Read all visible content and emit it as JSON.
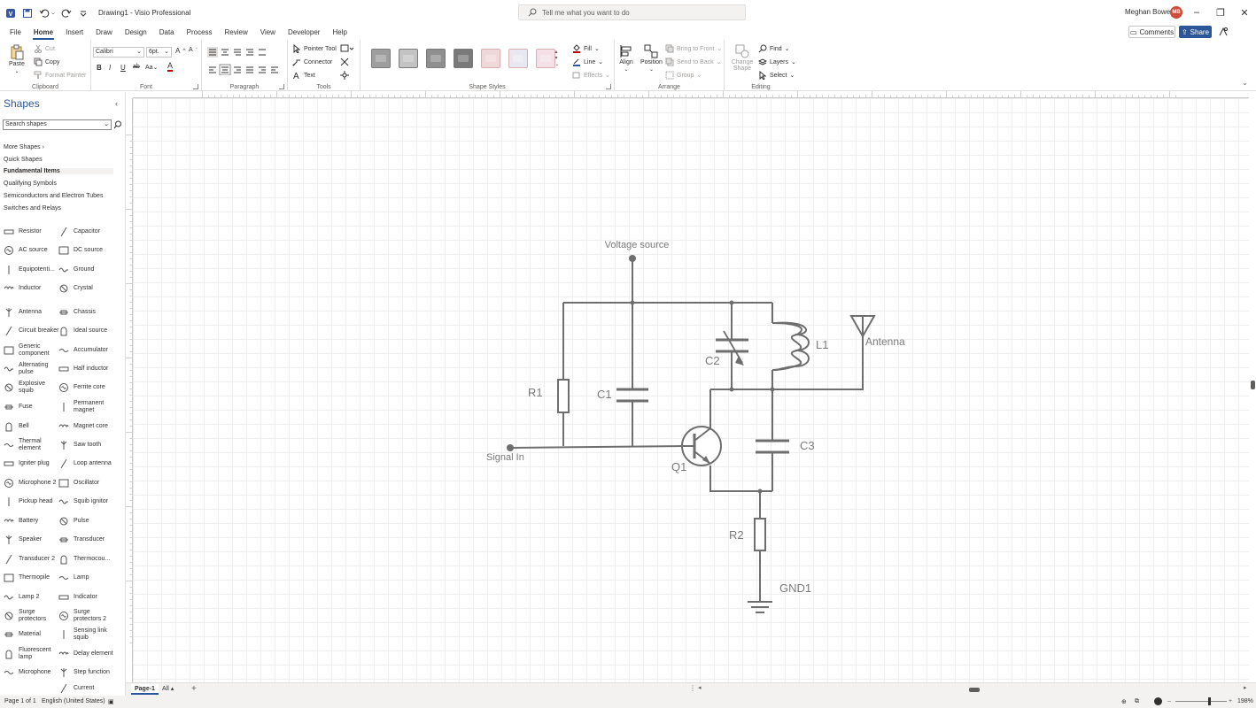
{
  "window": {
    "title": "Drawing1 - Visio Professional",
    "tell_me": "Tell me what you want to do",
    "user_name": "Meghan Bowen",
    "user_initials": "MB"
  },
  "menu": {
    "tabs": [
      "File",
      "Home",
      "Insert",
      "Draw",
      "Design",
      "Data",
      "Process",
      "Review",
      "View",
      "Developer",
      "Help"
    ],
    "active": "Home",
    "comments": "Comments",
    "share": "Share"
  },
  "ribbon": {
    "clipboard": {
      "paste": "Paste",
      "cut": "Cut",
      "copy": "Copy",
      "format_painter": "Format Painter",
      "label": "Clipboard"
    },
    "font": {
      "family": "Calibri",
      "size": "6pt.",
      "label": "Font"
    },
    "paragraph": {
      "label": "Paragraph"
    },
    "tools": {
      "pointer": "Pointer Tool",
      "connector": "Connector",
      "text": "Text",
      "label": "Tools"
    },
    "shape_styles": {
      "fill": "Fill",
      "line": "Line",
      "effects": "Effects",
      "label": "Shape Styles",
      "swatches": [
        "#9e9e9e",
        "#c3c3c3",
        "#8f8f8f",
        "#7a7a7a",
        "#f0d8d8",
        "#e8e8f2",
        "#f5e0e8"
      ]
    },
    "arrange": {
      "align": "Align",
      "position": "Position",
      "bring_front": "Bring to Front",
      "send_back": "Send to Back",
      "group": "Group",
      "label": "Arrange"
    },
    "editing": {
      "change_shape": "Change Shape",
      "find": "Find",
      "layers": "Layers",
      "select": "Select",
      "label": "Editing"
    }
  },
  "shapes_pane": {
    "title": "Shapes",
    "search_placeholder": "Search shapes",
    "stencils": [
      "More Shapes",
      "Quick Shapes",
      "Fundamental Items",
      "Qualifying Symbols",
      "Semiconductors and Electron Tubes",
      "Switches and Relays"
    ],
    "active_stencil": "Fundamental Items",
    "items_left": [
      "Resistor",
      "AC source",
      "Equipotenti...",
      "Inductor",
      "Antenna",
      "Circuit breaker",
      "Generic component",
      "Alternating pulse",
      "Explosive squib",
      "Fuse",
      "Bell",
      "Thermal element",
      "Igniter plug",
      "Microphone 2",
      "Pickup head",
      "Battery",
      "Speaker",
      "Transducer 2",
      "Thermopile",
      "Lamp 2",
      "Surge protectors",
      "Material",
      "Fluorescent lamp",
      "Microphone"
    ],
    "items_right": [
      "Capacitor",
      "DC source",
      "Ground",
      "Crystal",
      "Chassis",
      "Ideal source",
      "Accumulator",
      "Half inductor",
      "Ferrite core",
      "Permanent magnet",
      "Magnet core",
      "Saw tooth",
      "Loop antenna",
      "Oscillator",
      "Squib ignitor",
      "Pulse",
      "Transducer",
      "Thermocou...",
      "Lamp",
      "Indicator",
      "Surge protectors 2",
      "Sensing link squib",
      "Delay element",
      "Step function",
      "Current"
    ]
  },
  "diagram": {
    "voltage_source": "Voltage source",
    "antenna": "Antenna",
    "signal_in": "Signal In",
    "r1": "R1",
    "c1": "C1",
    "c2": "C2",
    "l1": "L1",
    "c3": "C3",
    "q1": "Q1",
    "r2": "R2",
    "gnd1": "GND1"
  },
  "pages": {
    "current": "Page-1",
    "all": "All"
  },
  "status": {
    "page_of": "Page 1 of 1",
    "language": "English (United States)",
    "zoom": "198%"
  }
}
